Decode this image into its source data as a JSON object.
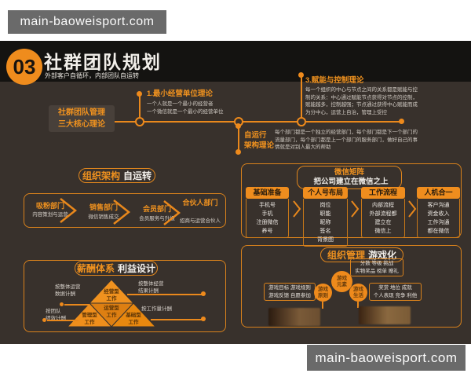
{
  "colors": {
    "accent_orange": "#EE8A1C",
    "panel_bg": "#38312C",
    "header_bg": "#141311",
    "watermark_bg": "#6A6A6A"
  },
  "watermarks": {
    "top": "main-baoweisport.com",
    "bottom": "main-baoweisport.com"
  },
  "header": {
    "number": "03",
    "title": "社群团队规划",
    "subtitle": "外部客户自循环，内部团队自运转"
  },
  "theory": {
    "box_label": "社群团队管理\n三大核心理论",
    "items": [
      {
        "title": "1.最小经营单位理论",
        "body": "一个人就是一个最小的经营者\n一个微信就是一个最小的经营单位"
      },
      {
        "title": "自运行\n架构理论",
        "body": "每个部门都是一个独立的经营部门，每个部门都是下一个部门的流量部门，每个部门都是上一个部门的服务部门，做好自己的事情就是对别人最大的帮助"
      },
      {
        "title": "3.赋能与控制理论",
        "body": "每一个组织的中心与节点之间的关系都是赋能与控制的关系：中心通过赋能节点获得对节点的控制，赋能越多，控制越强；节点通过获得中心赋能而成为分中心，运营上自治，管理上受控"
      }
    ]
  },
  "org_structure": {
    "title_em": "组织架构",
    "title_rest": "自运转",
    "departments": [
      {
        "name": "吸粉部门",
        "desc": "内容策划与运营"
      },
      {
        "name": "销售部门",
        "desc": "微信销售成交"
      },
      {
        "name": "会员部门",
        "desc": "会员服务与升级"
      },
      {
        "name": "合伙人部门",
        "desc": "招商与运营合伙人"
      }
    ]
  },
  "wechat_matrix": {
    "title_em": "微信矩阵",
    "title_rest": "把公司建立在微信之上",
    "cards": [
      {
        "header": "基础准备",
        "items": [
          "手机号",
          "手机",
          "注册微信",
          "养号"
        ]
      },
      {
        "header": "个人号布局",
        "items": [
          "岗位",
          "职能",
          "昵称",
          "签名",
          "背景图"
        ]
      },
      {
        "header": "工作流程",
        "items": [
          "内部流程",
          "外部流程都",
          "建立在",
          "微信上"
        ]
      },
      {
        "header": "人机合一",
        "items": [
          "客户沟通",
          "资金收入",
          "工作沟通",
          "都在微信"
        ]
      }
    ]
  },
  "compensation": {
    "title_em": "薪酬体系",
    "title_rest": "利益设计",
    "tiers": [
      "经营型\n工作",
      "运营型\n工作",
      "管理型\n工作",
      "基础型\n工作"
    ],
    "labels": {
      "left_top": "按整体运营\n数据计酬",
      "left_bottom": "按团队\n绩效计酬",
      "right_top": "按整体经营\n结果计酬",
      "right_bottom": "按工作量计酬"
    }
  },
  "gamification": {
    "title_em": "组织管理",
    "title_rest": "游戏化",
    "circles": {
      "top": "游戏\n元素",
      "left": "游戏\n原则",
      "right": "游戏\n生活"
    },
    "boxes": {
      "elements": "分数 等级 挑战\n实物奖品 榜单 赠礼",
      "principles": "游戏目标 游戏规则\n游戏反馈 自愿参加",
      "life": "奖赏 地位 成就\n个人表现 竞争 利他"
    }
  }
}
